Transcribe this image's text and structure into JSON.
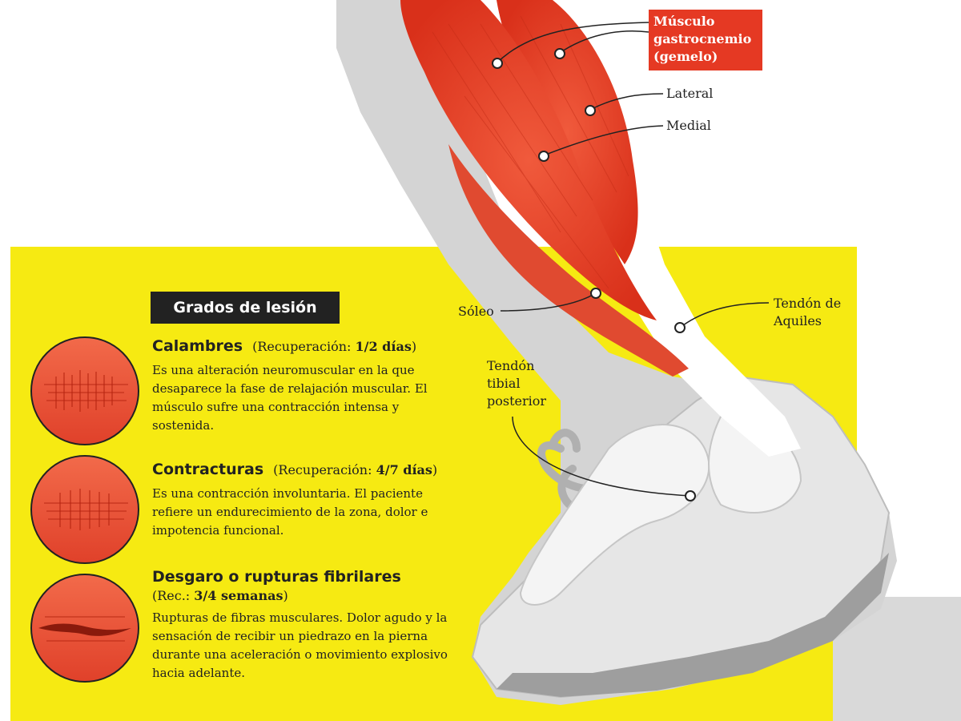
{
  "labels": {
    "muscle_title": "Músculo gastrocnemio (gemelo)",
    "lateral": "Lateral",
    "medial": "Medial",
    "soleo": "Sóleo",
    "aquiles": "Tendón de Aquiles",
    "tibial": "Tendón tibial posterior"
  },
  "panel": {
    "title": "Grados de lesión",
    "grades": [
      {
        "name": "Calambres",
        "recovery_prefix": "(Recuperación: ",
        "recovery_value": "1/2 días",
        "recovery_suffix": ")",
        "description": "Es una alteración neuromuscular en la que desaparece la fase de relajación muscular. El músculo sufre una contracción intensa y sostenida."
      },
      {
        "name": "Contracturas",
        "recovery_prefix": "(Recuperación: ",
        "recovery_value": "4/7 días",
        "recovery_suffix": ")",
        "description": "Es una contracción involuntaria. El paciente refiere un endurecimiento de la zona, dolor e impotencia funcional."
      },
      {
        "name": "Desgaro o rupturas fibrilares",
        "recovery_prefix": "(Rec.: ",
        "recovery_value": "3/4 semanas",
        "recovery_suffix": ")",
        "description": "Rupturas de fibras musculares. Dolor agudo y la sensación de recibir un piedrazo en la pierna durante una aceleración o movimiento explosivo hacia adelante."
      }
    ]
  },
  "colors": {
    "muscle": "#e53923",
    "panel_yellow": "#f6ea12",
    "title_bg": "#222222",
    "bone_gray": "#d9d9d9"
  }
}
